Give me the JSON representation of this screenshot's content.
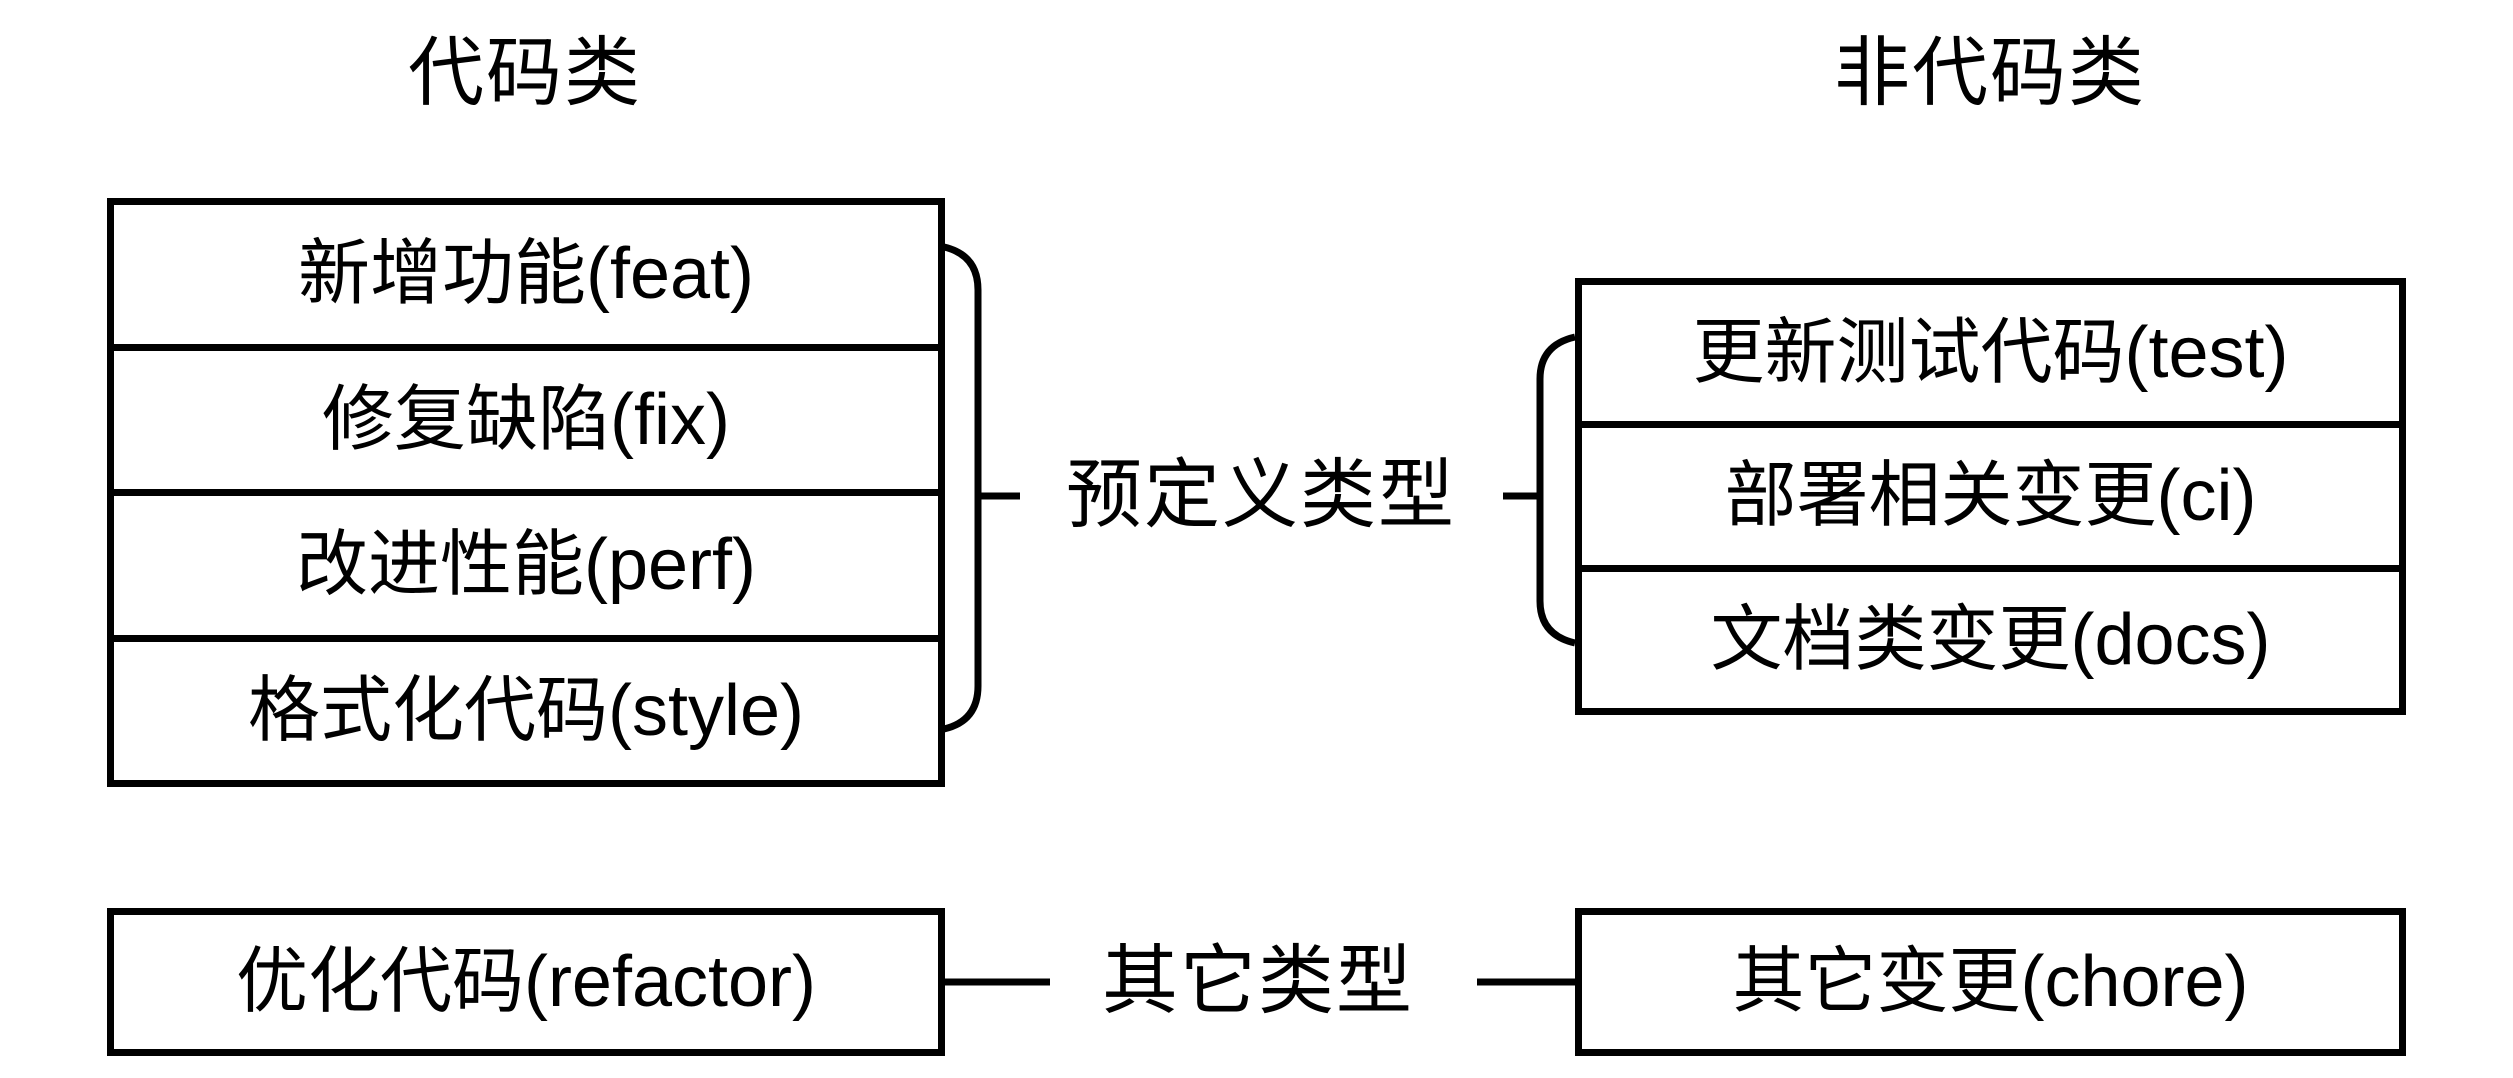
{
  "titles": {
    "left": "代码类",
    "right": "非代码类"
  },
  "predefined_group": {
    "label": "预定义类型",
    "code_items": [
      "新增功能(feat)",
      "修复缺陷(fix)",
      "改进性能(perf)",
      "格式化代码(style)"
    ],
    "noncode_items": [
      "更新测试代码(test)",
      "部署相关变更(ci)",
      "文档类变更(docs)"
    ]
  },
  "other_group": {
    "label": "其它类型",
    "code_item": "优化代码(refactor)",
    "noncode_item": "其它变更(chore)"
  },
  "colors": {
    "stroke": "#000000",
    "background": "#ffffff"
  }
}
